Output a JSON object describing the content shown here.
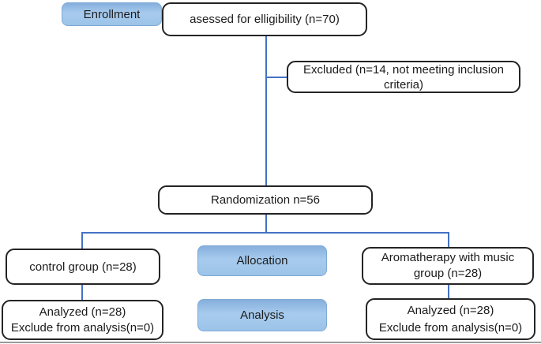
{
  "diagram": {
    "type": "consort-flowchart",
    "enrollment": {
      "label": "Enrollment"
    },
    "assessed": {
      "label": "asessed for elligibility (n=70)"
    },
    "excluded": {
      "label": "Excluded (n=14, not meeting inclusion criteria)"
    },
    "randomization": {
      "label": "Randomization n=56"
    },
    "allocation": {
      "label": "Allocation"
    },
    "analysis": {
      "label": "Analysis"
    },
    "control": {
      "label": "control group (n=28)"
    },
    "aromatherapy": {
      "label": "Aromatherapy with music group (n=28)"
    },
    "control_analysis": {
      "line1": "Analyzed (n=28)",
      "line2": "Exclude from analysis(n=0)"
    },
    "aromatherapy_analysis": {
      "line1": "Analyzed (n=28)",
      "line2": "Exclude from analysis(n=0)"
    },
    "counts": {
      "assessed": 70,
      "excluded": 14,
      "randomized": 56,
      "control": 28,
      "aromatherapy": 28,
      "control_analyzed": 28,
      "control_excluded_from_analysis": 0,
      "aromatherapy_analyzed": 28,
      "aromatherapy_excluded_from_analysis": 0
    },
    "colors": {
      "stage_fill": "#9bc3e6",
      "stage_border": "#7fa9d6",
      "connector": "#4472c4",
      "box_border": "#242424"
    }
  }
}
